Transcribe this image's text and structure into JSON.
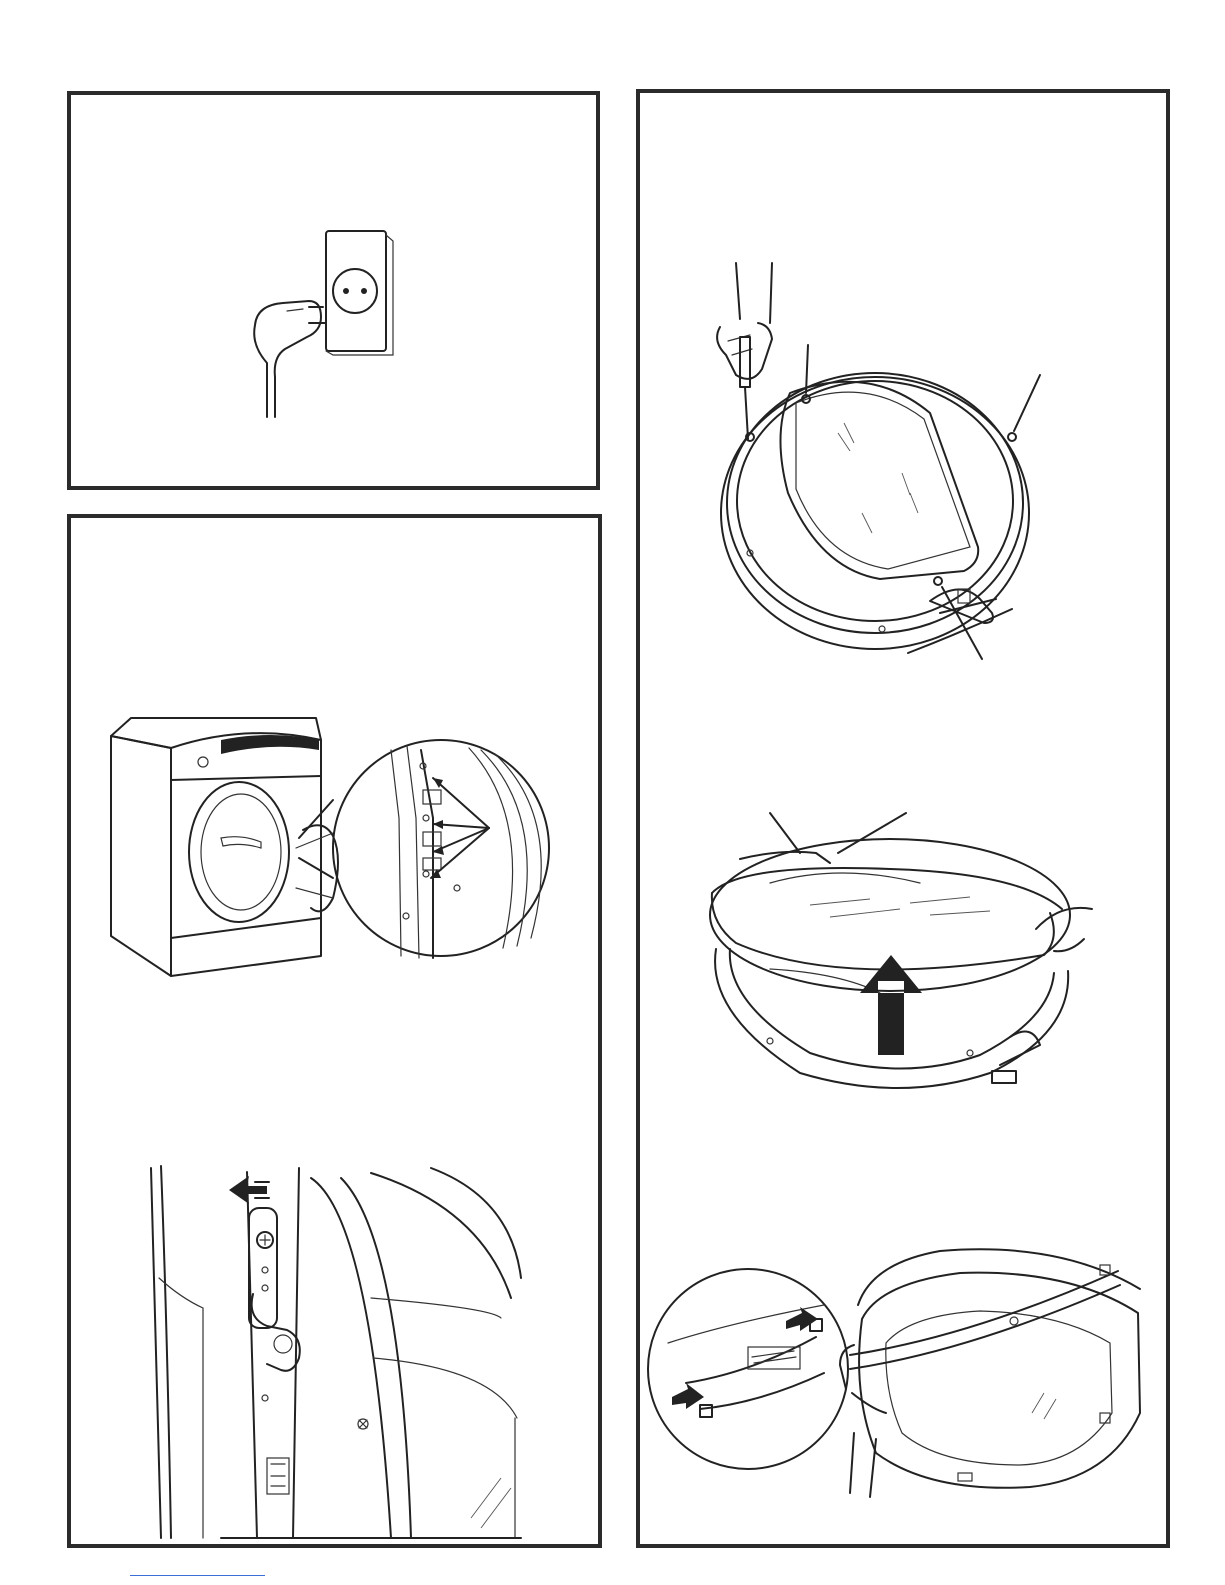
{
  "panels": [
    {
      "id": "unplug",
      "illustration": "power-plug-and-wall-outlet"
    },
    {
      "id": "hinge-screws",
      "illustration": "dryer-with-open-door-and-hinge-closeup"
    },
    {
      "id": "door-disassembly",
      "illustration": "door-screws-lift-and-separate"
    }
  ],
  "colors": {
    "border": "#2b2b2b",
    "ink": "#222222",
    "link_rule": "#3a6fd8"
  }
}
